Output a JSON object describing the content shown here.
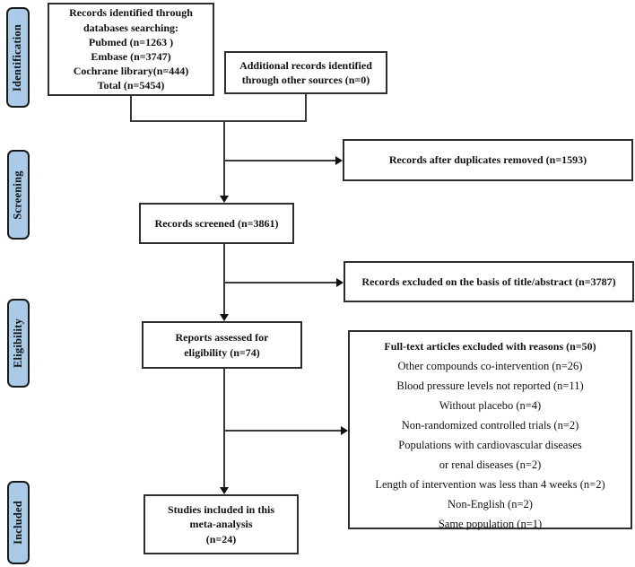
{
  "stages": [
    {
      "label": "Identification"
    },
    {
      "label": "Screening"
    },
    {
      "label": "Eligibility"
    },
    {
      "label": "Included"
    }
  ],
  "boxes": {
    "identified": {
      "lines": [
        "Records identified through",
        "databases searching:",
        "Pubmed (n=1263 )",
        "Embase (n=3747)",
        "Cochrane library(n=444)",
        "Total (n=5454)"
      ]
    },
    "additional": {
      "lines": [
        "Additional records identified",
        "through other sources (n=0)"
      ]
    },
    "duplicates_removed": {
      "text": "Records after duplicates removed (n=1593)"
    },
    "screened": {
      "text": "Records screened (n=3861)"
    },
    "excluded_title_abstract": {
      "text": "Records excluded on the basis of title/abstract (n=3787)"
    },
    "assessed": {
      "lines": [
        "Reports assessed for",
        "eligibility (n=74)"
      ]
    },
    "fulltext_excluded": {
      "title": "Full-text articles excluded with reasons (n=50)",
      "reasons": [
        "Other compounds co-intervention (n=26)",
        "Blood pressure levels not reported (n=11)",
        "Without placebo (n=4)",
        "Non-randomized controlled trials (n=2)",
        "Populations with cardiovascular diseases",
        "or renal diseases (n=2)",
        "Length of intervention was less than 4 weeks (n=2)",
        "Non-English (n=2)",
        "Same population (n=1)"
      ]
    },
    "included": {
      "lines": [
        "Studies included in this",
        "meta-analysis",
        "(n=24)"
      ]
    }
  },
  "colors": {
    "stage_fill": "#a9cbe8",
    "stage_border": "#1a1a1a",
    "box_border": "#2e2e2e",
    "connector": "#3a3a3a"
  }
}
